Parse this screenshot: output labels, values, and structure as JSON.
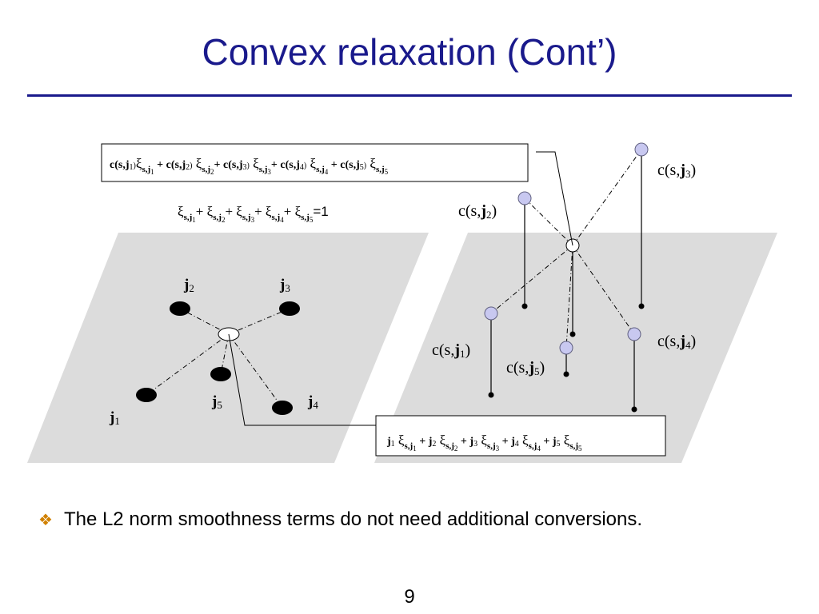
{
  "title": "Convex relaxation (Cont’)",
  "cost_box": {
    "terms": [
      {
        "c_prefix": "c(s,",
        "j": "j",
        "j_sub": "1",
        "close": ")",
        "xi_sub": "s,j",
        "xi_sub2": "1"
      },
      {
        "c_prefix": "c(s,",
        "j": "j",
        "j_sub": "2",
        "close": ")",
        "xi_sub": "s,j",
        "xi_sub2": "2"
      },
      {
        "c_prefix": "c(s,",
        "j": "j",
        "j_sub": "3",
        "close": ")",
        "xi_sub": "s,j",
        "xi_sub2": "3"
      },
      {
        "c_prefix": "c(s,",
        "j": "j",
        "j_sub": "4",
        "close": ")",
        "xi_sub": "s,j",
        "xi_sub2": "4"
      },
      {
        "c_prefix": "c(s,",
        "j": "j",
        "j_sub": "5",
        "close": ")",
        "xi_sub": "s,j",
        "xi_sub2": "5"
      }
    ]
  },
  "constraint": {
    "xi": "ξ",
    "sub": "s,j",
    "indices": [
      "1",
      "2",
      "3",
      "4",
      "5"
    ],
    "rhs": "=1"
  },
  "left_labels": [
    {
      "j": "j",
      "sub": "1"
    },
    {
      "j": "j",
      "sub": "2"
    },
    {
      "j": "j",
      "sub": "3"
    },
    {
      "j": "j",
      "sub": "4"
    },
    {
      "j": "j",
      "sub": "5"
    }
  ],
  "right_labels": [
    {
      "text": "c(s,",
      "j": "j",
      "sub": "1",
      "close": ")"
    },
    {
      "text": "c(s,",
      "j": "j",
      "sub": "2",
      "close": ")"
    },
    {
      "text": "c(s,",
      "j": "j",
      "sub": "3",
      "close": ")"
    },
    {
      "text": "c(s,",
      "j": "j",
      "sub": "4",
      "close": ")"
    },
    {
      "text": "c(s,",
      "j": "j",
      "sub": "5",
      "close": ")"
    }
  ],
  "position_box": {
    "terms": [
      {
        "j": "j",
        "sub": "1"
      },
      {
        "j": "j",
        "sub": "2"
      },
      {
        "j": "j",
        "sub": "3"
      },
      {
        "j": "j",
        "sub": "4"
      },
      {
        "j": "j",
        "sub": "5"
      }
    ]
  },
  "bullet": {
    "icon": "diamond-bullet-icon",
    "text": "The L2 norm smoothness terms do not need additional conversions."
  },
  "page_number": "9",
  "colors": {
    "title": "#1a1a8c",
    "plane": "#dcdcdc",
    "node_fill": "#c8c8f0",
    "bullet": "#d08000"
  }
}
